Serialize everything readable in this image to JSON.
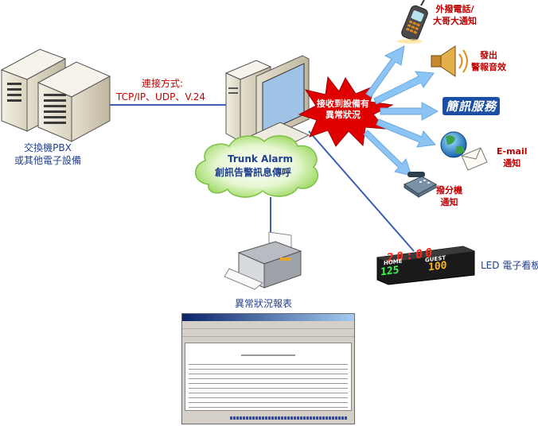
{
  "labels": {
    "pbx": "交換機PBX\n或其他電子設備",
    "connection_title": "連接方式:",
    "connection_protocols": "TCP/IP、UDP、V.24",
    "alarm_title": "Trunk Alarm",
    "alarm_subtitle": "創訊告警訊息傳呼",
    "burst": "接收到設備有\n異常狀況",
    "outbound_phone": "外撥電話/\n大哥大通知",
    "alarm_sound": "發出\n警報音效",
    "sms_service": "簡訊服務",
    "email": "E-mail\n通知",
    "extension": "撥分機\n通知",
    "led_board": "LED 電子看板",
    "report": "異常狀況報表",
    "led_digits_top": "20:00",
    "led_home": "HOME",
    "led_guest": "GUEST",
    "led_home_score": "125",
    "led_guest_score": "100"
  },
  "colors": {
    "label_blue": "#1f3f8f",
    "label_red": "#c00000",
    "burst_red": "#e00000",
    "arrow_blue": "#8cc4f4",
    "cloud_green": "#8fd24c",
    "sms_blue": "#1b4fa3"
  }
}
